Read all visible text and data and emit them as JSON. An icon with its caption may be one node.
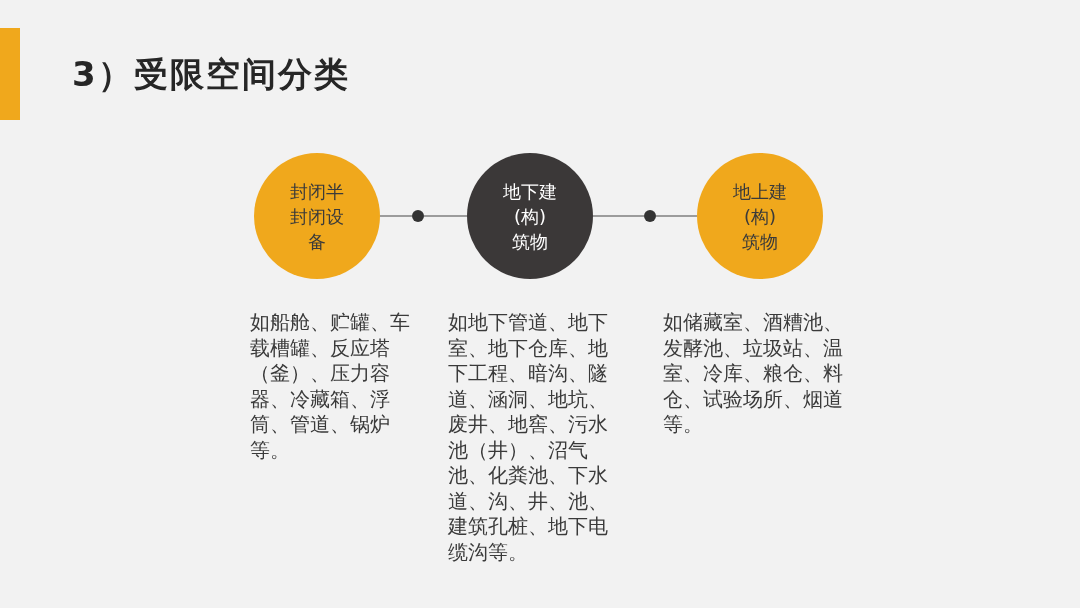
{
  "diagram": {
    "title": "3）受限空间分类",
    "nodes": [
      {
        "text": [
          "封闭半封闭设备"
        ],
        "beside": [
          "如船舱、贮罐、车载槽罐、反应塔（釜）、压力容器、冷藏箱、浮筒、管道、锅炉等。"
        ]
      },
      {
        "text": [],
        "shape": "circle"
      },
      {
        "text": [
          "地下建 (构) 筑物"
        ],
        "beside": [
          "如地下管道、地下室、地下仓库、地下工程、暗沟、隧道、涵洞、地坑、废井、地窖、污水池（井）、沼气池、化粪池、下水道、沟、井、池、建筑孔桩、地下电缆沟等。"
        ]
      },
      {
        "text": [],
        "shape": "circle"
      },
      {
        "text": [
          "地上建 (构) 筑物"
        ],
        "beside": [
          "如储藏室、酒糟池、发酵池、垃圾站、温室、冷库、粮仓、料仓、试验场所、烟道等。"
        ]
      }
    ],
    "edges": [
      {
        "from": 0,
        "to": 1,
        "arrow": "none"
      },
      {
        "from": 1,
        "to": 2,
        "arrow": "none"
      },
      {
        "from": 2,
        "to": 3,
        "arrow": "none"
      },
      {
        "from": 3,
        "to": 4,
        "arrow": "none"
      }
    ]
  }
}
